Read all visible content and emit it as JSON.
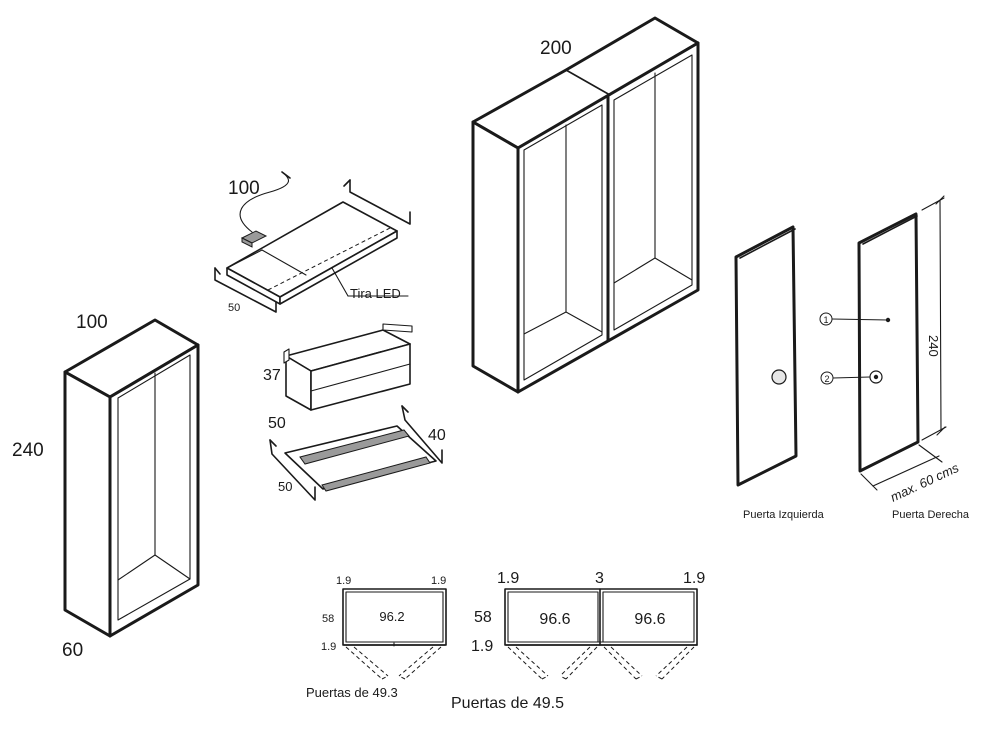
{
  "wardrobe_100": {
    "width_label": "100",
    "height_label": "240",
    "depth_label": "60"
  },
  "wardrobe_200": {
    "width_label": "200"
  },
  "led_shelf": {
    "width_label": "100",
    "depth_label": "50",
    "led_label": "Tira LED"
  },
  "drawer_unit": {
    "height_label": "37"
  },
  "trouser_rack": {
    "width_label": "50",
    "depth_label": "50",
    "height_label": "40"
  },
  "doors": {
    "left_caption": "Puerta Izquierda",
    "right_caption": "Puerta Derecha",
    "height_label": "240",
    "max_label": "max. 60 cms",
    "marker_1": "1",
    "marker_2": "2"
  },
  "plan_single": {
    "top_left": "1.9",
    "top_right": "1.9",
    "side_height": "58",
    "bottom_left": "1.9",
    "inner_width": "96.2",
    "caption": "Puertas de 49.3"
  },
  "plan_double": {
    "top_left": "1.9",
    "top_middle": "3",
    "top_right": "1.9",
    "side_height": "58",
    "bottom_left": "1.9",
    "inner_width_left": "96.6",
    "inner_width_right": "96.6",
    "caption": "Puertas de 49.5"
  }
}
